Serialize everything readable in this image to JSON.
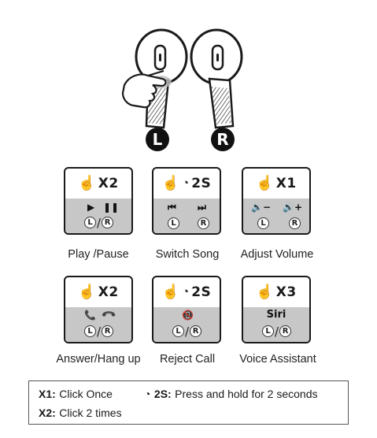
{
  "sides": {
    "left": "L",
    "right": "R"
  },
  "cards": [
    {
      "gesture": "X2",
      "caption": "Play /Pause",
      "timer": false,
      "controls": [
        "play-icon",
        "pause-icon"
      ],
      "shared_side": true
    },
    {
      "gesture": "2S",
      "caption": "Switch Song",
      "timer": true,
      "controls": [
        "previous-track-icon",
        "next-track-icon"
      ],
      "shared_side": false
    },
    {
      "gesture": "X1",
      "caption": "Adjust Volume",
      "timer": false,
      "controls": [
        "volume-down-icon",
        "volume-up-icon"
      ],
      "shared_side": false
    },
    {
      "gesture": "X2",
      "caption": "Answer/Hang up",
      "timer": false,
      "controls": [
        "answer-phone-icon",
        "hang-up-icon"
      ],
      "shared_side": true
    },
    {
      "gesture": "2S",
      "caption": "Reject Call",
      "timer": true,
      "controls": [
        "reject-call-icon"
      ],
      "shared_side": true
    },
    {
      "gesture": "X3",
      "caption": "Voice Assistant",
      "timer": false,
      "controls_text": "Siri",
      "shared_side": true
    }
  ],
  "legend": {
    "x1_key": "X1:",
    "x1_value": "Click Once",
    "x2_key": "X2:",
    "x2_value": "Click 2 times",
    "s2_key": "2S:",
    "s2_value": "Press and hold for 2 seconds"
  },
  "colors": {
    "card_bottom": "#c7c7c7",
    "outline": "#1a1a1a",
    "badge": "#111111"
  }
}
